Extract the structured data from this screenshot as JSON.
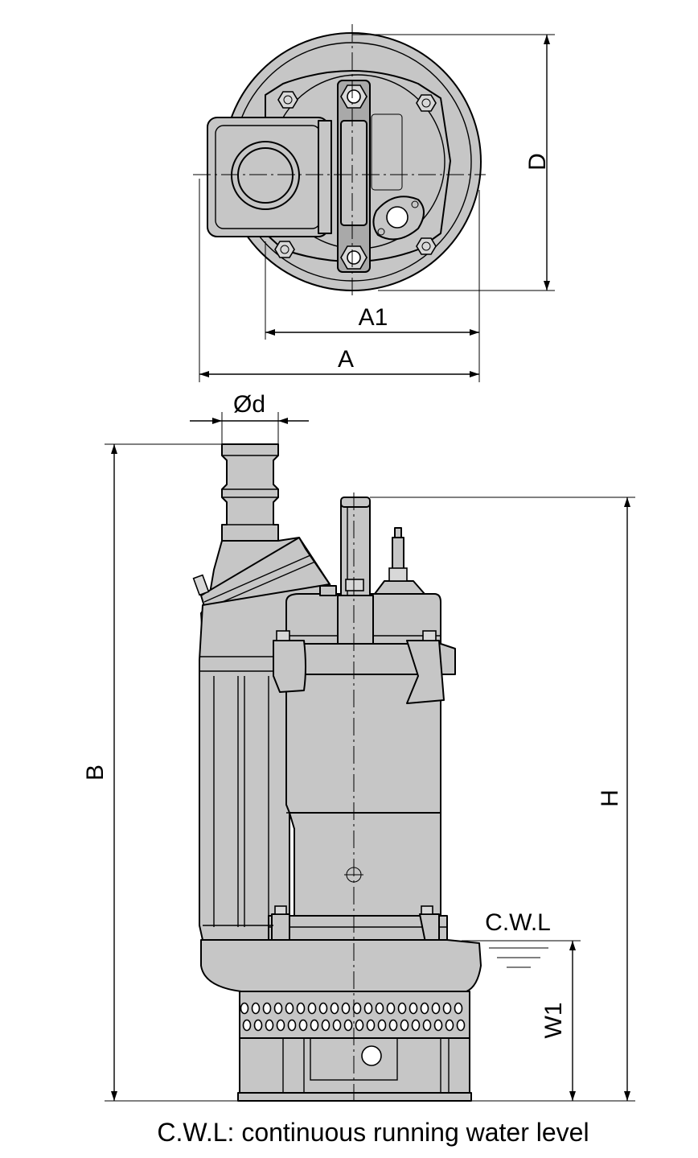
{
  "dimensions": {
    "A": "A",
    "A1": "A1",
    "D": "D",
    "d": "Ød",
    "B": "B",
    "H": "H",
    "W1": "W1",
    "cwl": "C.W.L"
  },
  "caption": "C.W.L: continuous running water level",
  "colors": {
    "pump_body": "#c6c6c6",
    "outline": "#000000",
    "background": "#ffffff"
  }
}
